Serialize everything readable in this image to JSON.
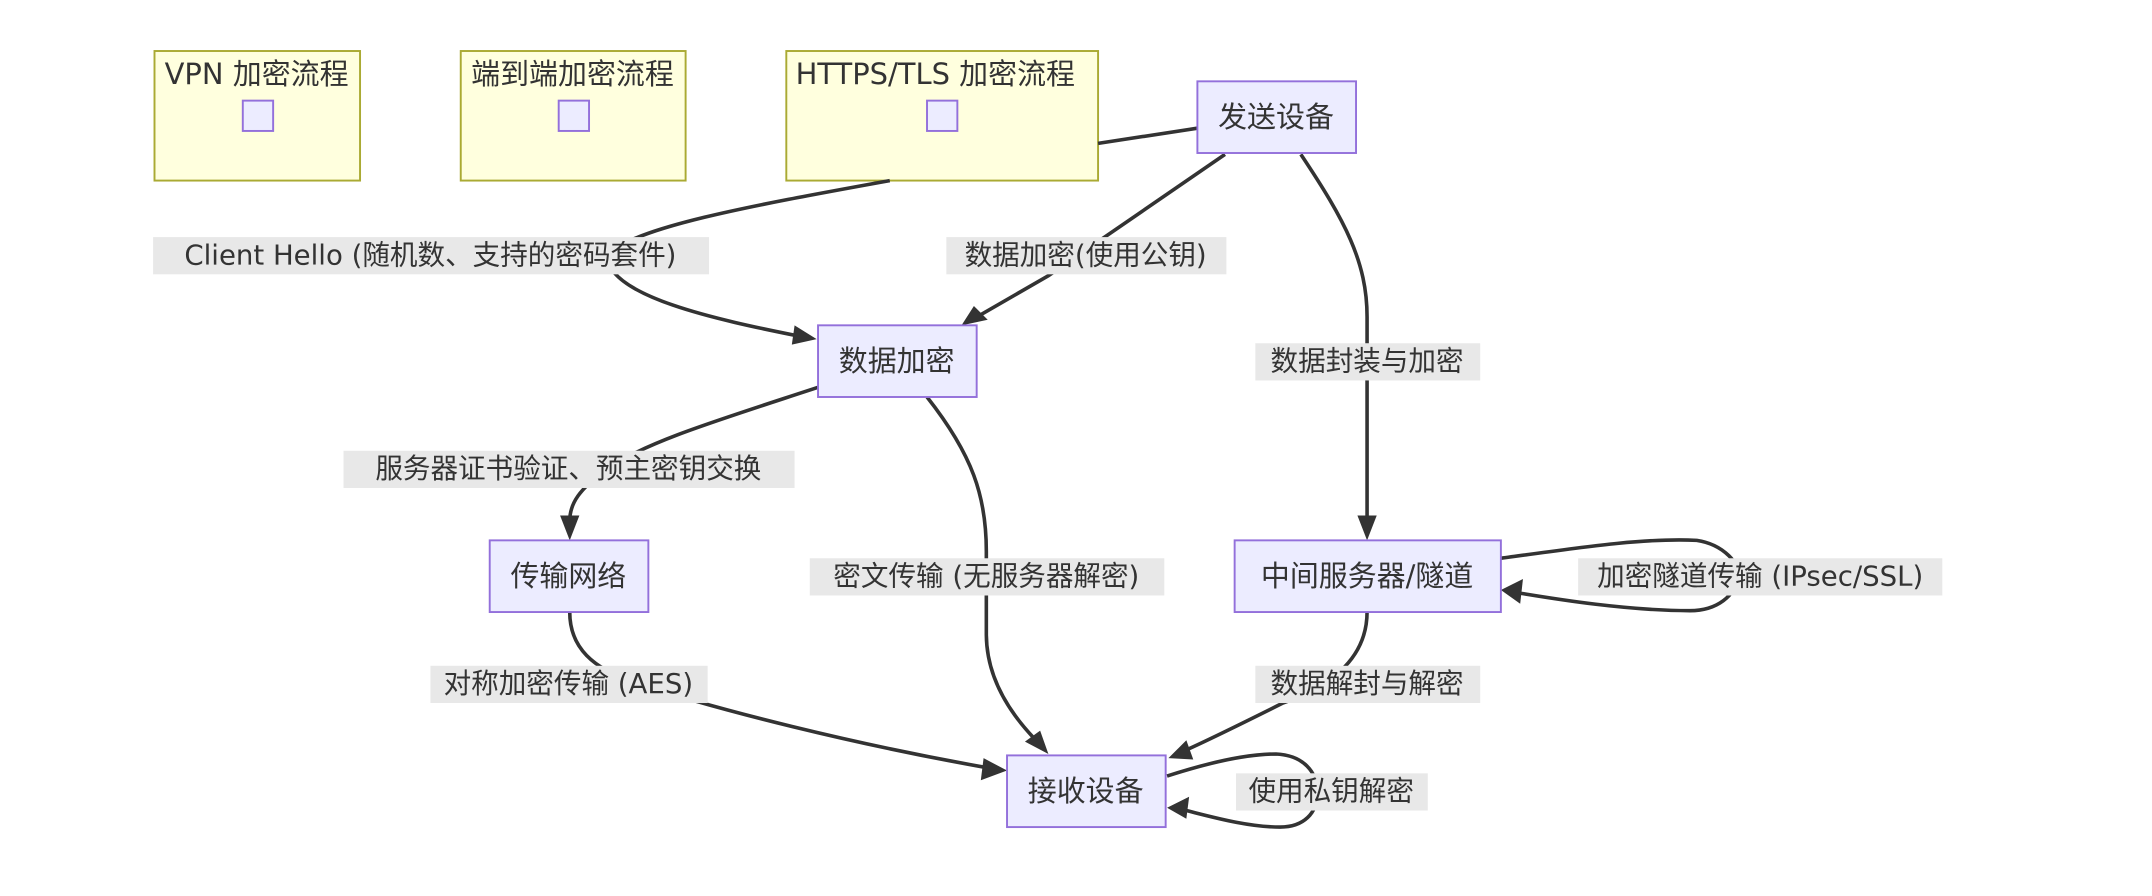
{
  "diagram": {
    "type": "flowchart",
    "clusters": [
      {
        "id": "vpn",
        "title": "VPN 加密流程"
      },
      {
        "id": "e2e",
        "title": "端到端加密流程"
      },
      {
        "id": "https",
        "title": "HTTPS/TLS 加密流程"
      }
    ],
    "nodes": [
      {
        "id": "sender",
        "label": "发送设备"
      },
      {
        "id": "encrypt",
        "label": "数据加密"
      },
      {
        "id": "network",
        "label": "传输网络"
      },
      {
        "id": "middle",
        "label": "中间服务器/隧道"
      },
      {
        "id": "receiver",
        "label": "接收设备"
      }
    ],
    "edges": [
      {
        "from": "sender",
        "to": "encrypt",
        "label": "Client Hello (随机数、支持的密码套件)"
      },
      {
        "from": "sender",
        "to": "encrypt",
        "label": "数据加密(使用公钥)"
      },
      {
        "from": "sender",
        "to": "middle",
        "label": "数据封装与加密"
      },
      {
        "from": "encrypt",
        "to": "network",
        "label": "服务器证书验证、预主密钥交换"
      },
      {
        "from": "encrypt",
        "to": "receiver",
        "label": "密文传输 (无服务器解密)"
      },
      {
        "from": "middle",
        "to": "middle",
        "label": "加密隧道传输 (IPsec/SSL)"
      },
      {
        "from": "network",
        "to": "receiver",
        "label": "对称加密传输 (AES)"
      },
      {
        "from": "middle",
        "to": "receiver",
        "label": "数据解封与解密"
      },
      {
        "from": "receiver",
        "to": "receiver",
        "label": "使用私钥解密"
      }
    ]
  },
  "colors": {
    "cluster_fill": "#ffffde",
    "cluster_stroke": "#aaaa33",
    "node_fill": "#ececff",
    "node_stroke": "#9370db",
    "edge": "#333333",
    "label_bg": "#e8e8e8"
  }
}
